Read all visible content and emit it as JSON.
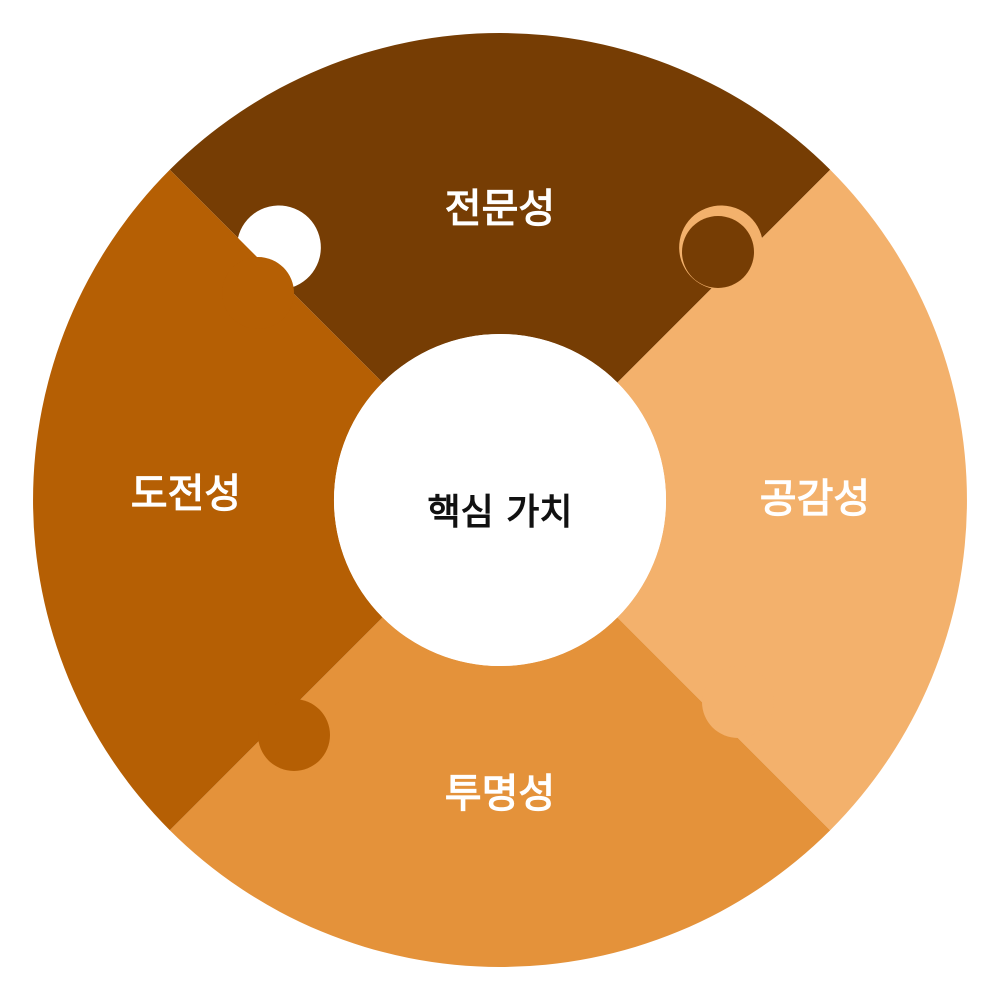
{
  "center": {
    "label": "핵심 가치",
    "fill": "#ffffff",
    "text_color": "#111111"
  },
  "segments": [
    {
      "key": "top",
      "label": "전문성",
      "color": "#763d04"
    },
    {
      "key": "right",
      "label": "공감성",
      "color": "#f3b16c"
    },
    {
      "key": "bottom",
      "label": "투명성",
      "color": "#e4923a"
    },
    {
      "key": "left",
      "label": "도전성",
      "color": "#b55f04"
    }
  ]
}
